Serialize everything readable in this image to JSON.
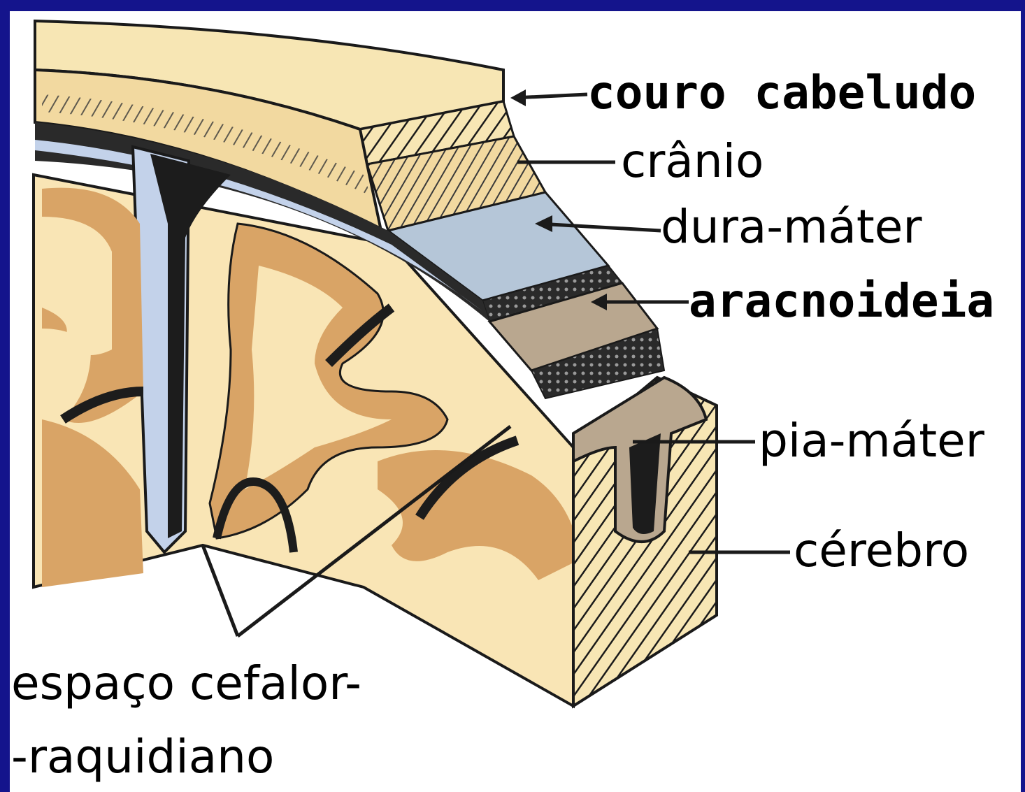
{
  "colors": {
    "border": "#14148c",
    "scalp": "#f7e6b4",
    "skull": "#f2d9a0",
    "dura": "#b5c6d8",
    "arachnoid": "#b9a78f",
    "grey_matter": "#d9a466",
    "white_matter": "#f9e5b5",
    "csf": "#c3d2ea",
    "outline": "#1a1a1a"
  },
  "labels": {
    "scalp": "couro cabeludo",
    "skull": "crânio",
    "dura": "dura-máter",
    "arachnoid": "aracnoideia",
    "pia": "pia-máter",
    "brain": "cérebro",
    "space_line1": "espaço cefalor-",
    "space_line2": "-raquidiano"
  }
}
